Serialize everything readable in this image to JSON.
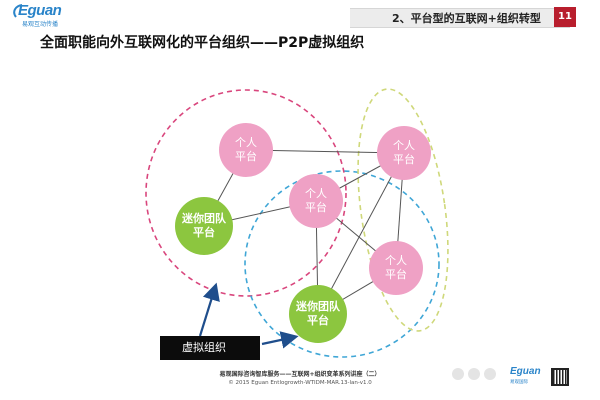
{
  "logo": {
    "brand": "Eguan",
    "tagline": "易观互动传播"
  },
  "header": {
    "section_title": "2、平台型的互联网+组织转型",
    "page_number": "11"
  },
  "slide": {
    "title": "全面职能向外互联网化的平台组织——P2P虚拟组织"
  },
  "diagram": {
    "nodes": [
      {
        "id": "p1",
        "kind": "person",
        "line1": "个人",
        "line2": "平台"
      },
      {
        "id": "p2",
        "kind": "person",
        "line1": "个人",
        "line2": "平台"
      },
      {
        "id": "p3",
        "kind": "person",
        "line1": "个人",
        "line2": "平台"
      },
      {
        "id": "p4",
        "kind": "person",
        "line1": "个人",
        "line2": "平台"
      },
      {
        "id": "t1",
        "kind": "team",
        "line1": "迷你团队",
        "line2": "平台"
      },
      {
        "id": "t2",
        "kind": "team",
        "line1": "迷你团队",
        "line2": "平台"
      }
    ],
    "callout_label": "虚拟组织",
    "colors": {
      "person_node": "#efa1c5",
      "team_node": "#8cc63f",
      "pink_boundary": "#d9467d",
      "blue_boundary": "#3fa6d6",
      "yellow_boundary": "#cfd87a",
      "connector": "#555555",
      "arrow": "#1f4e8c"
    }
  },
  "footer": {
    "line1": "易观国际咨询智库服务——互联网+组织变革系列讲座（二）",
    "line2": "© 2015 Eguan Entlogrowth-WTIDM-MAR.13-lan-v1.0",
    "brand": "Eguan",
    "tagline": "易观国际"
  }
}
